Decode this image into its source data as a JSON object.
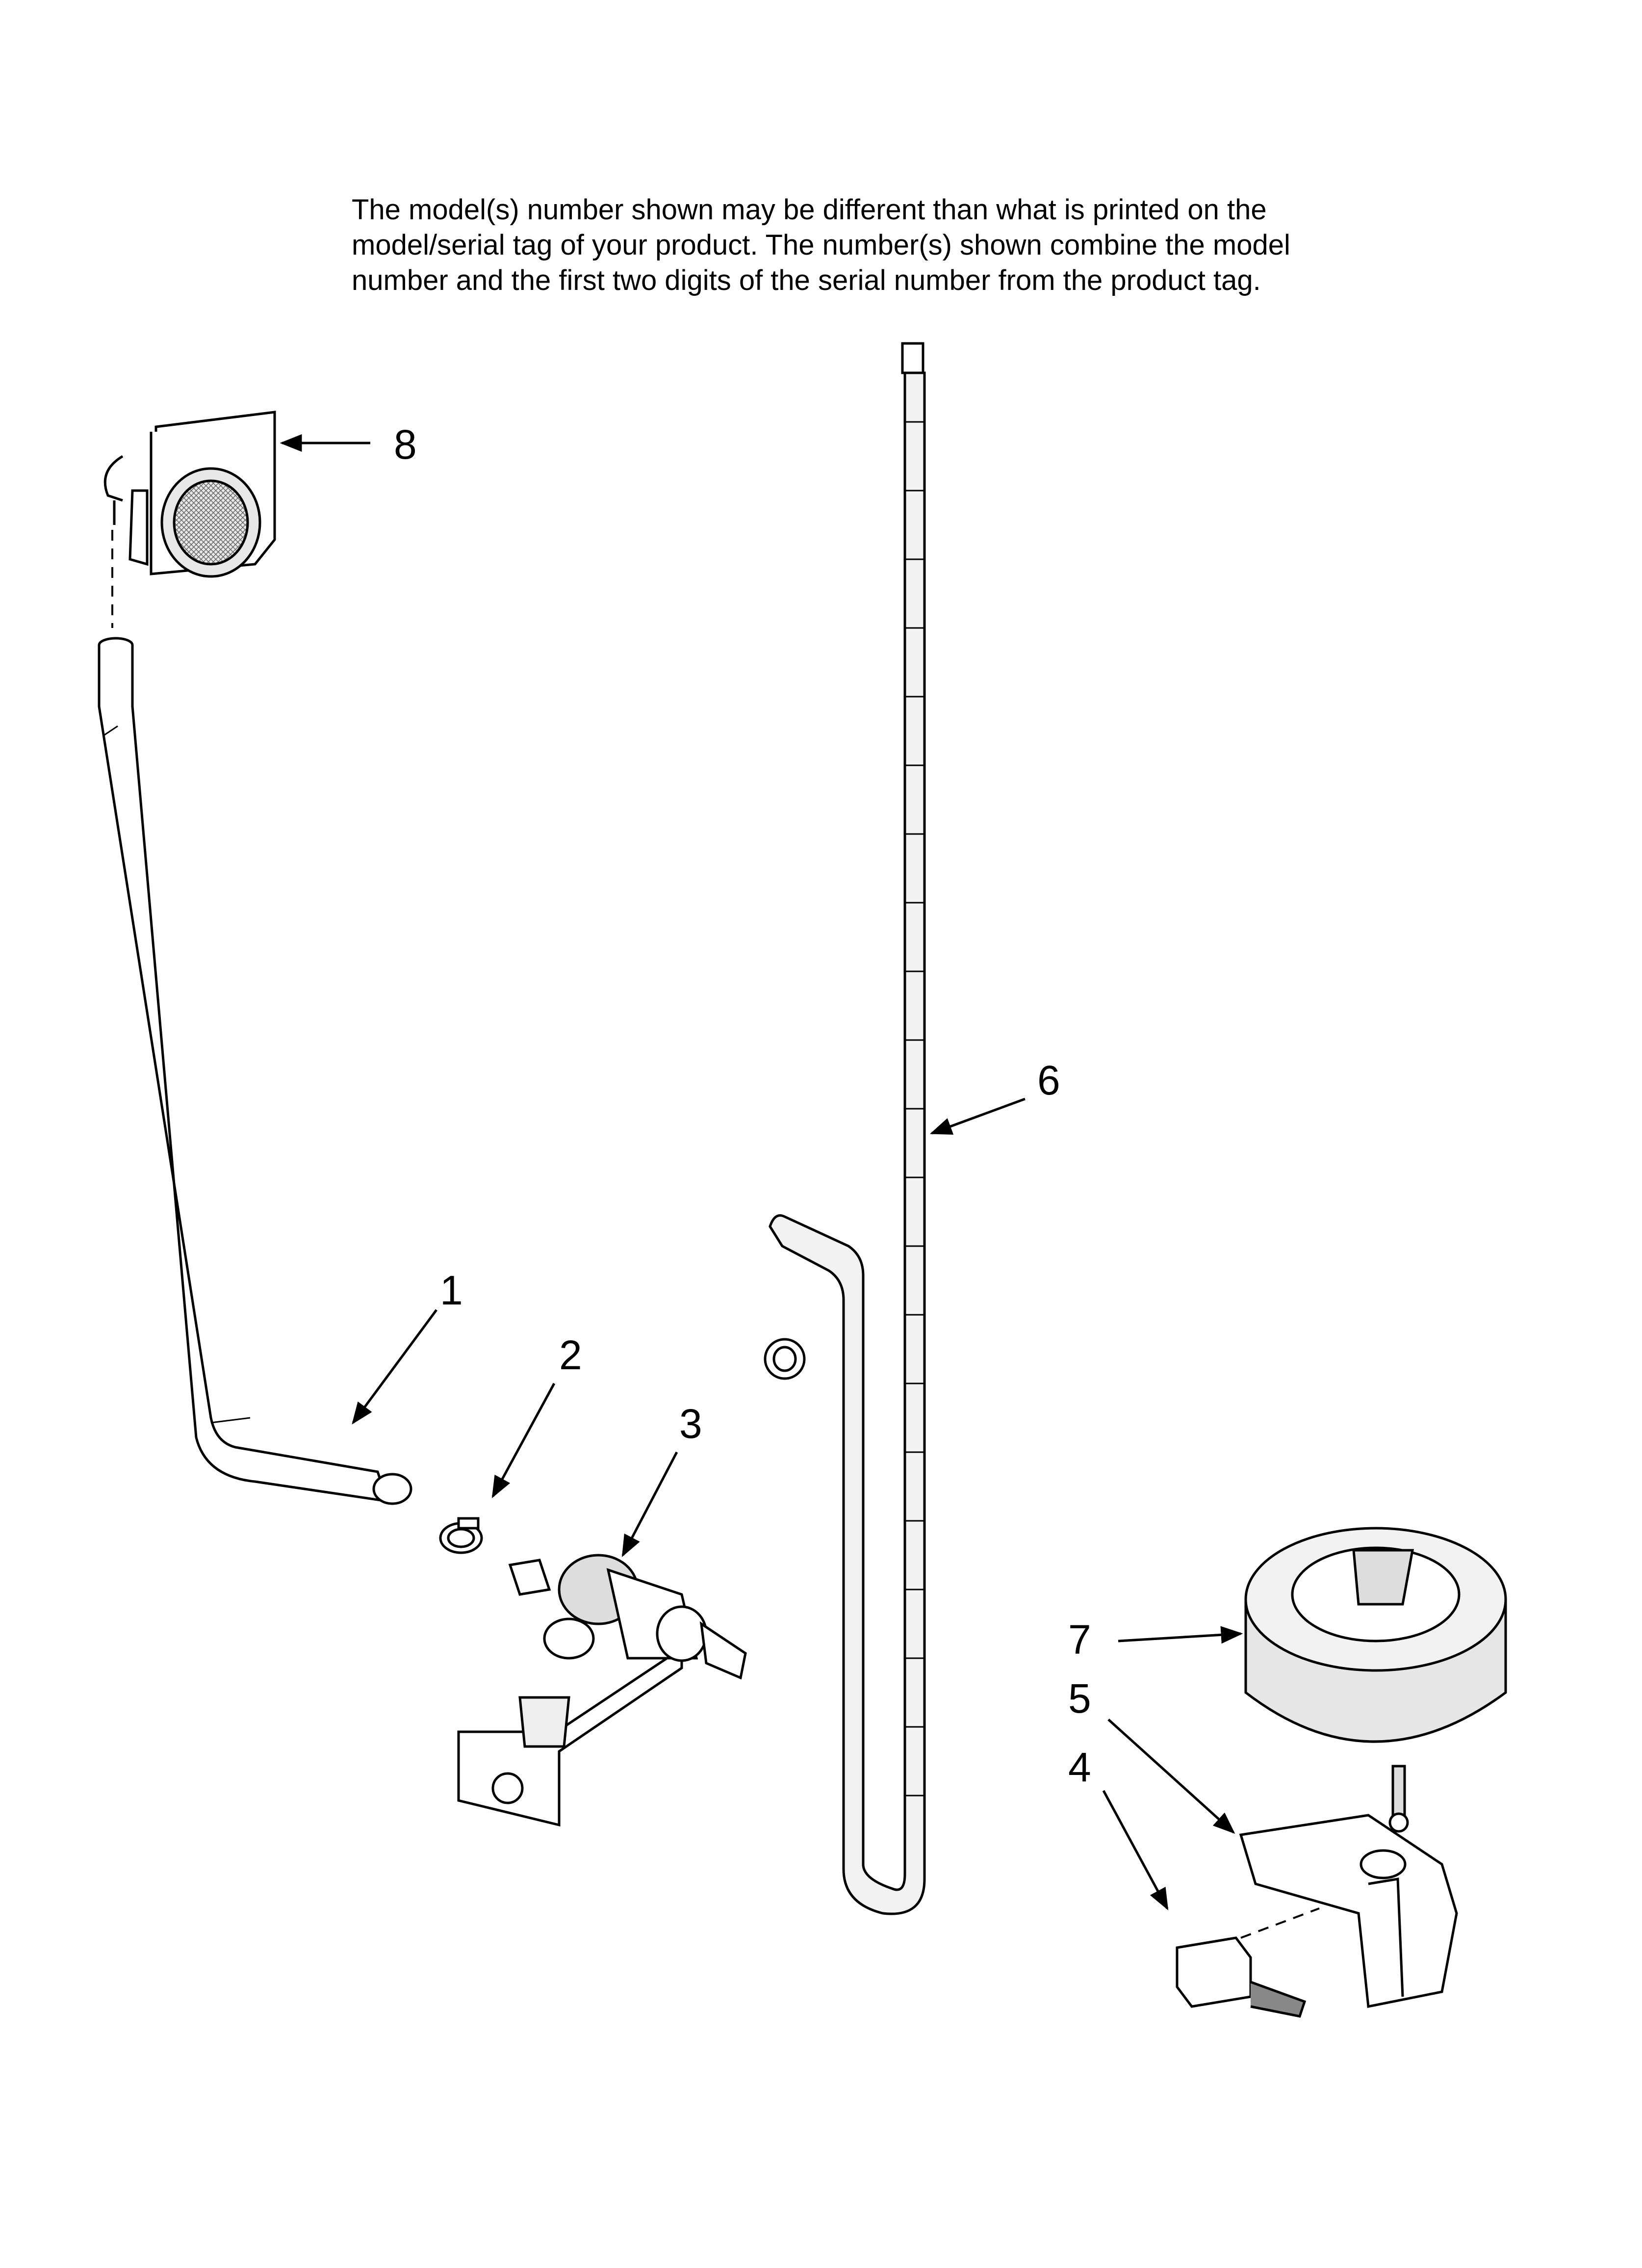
{
  "note": {
    "lines": [
      "The model(s) number shown may be different than what is printed on the",
      "model/serial tag of your product. The number(s) shown combine the model",
      "number and the first two digits of the serial number from the product tag."
    ]
  },
  "callouts": {
    "c1": "1",
    "c2": "2",
    "c3": "3",
    "c4": "4",
    "c5": "5",
    "c6": "6",
    "c7": "7",
    "c8": "8"
  }
}
